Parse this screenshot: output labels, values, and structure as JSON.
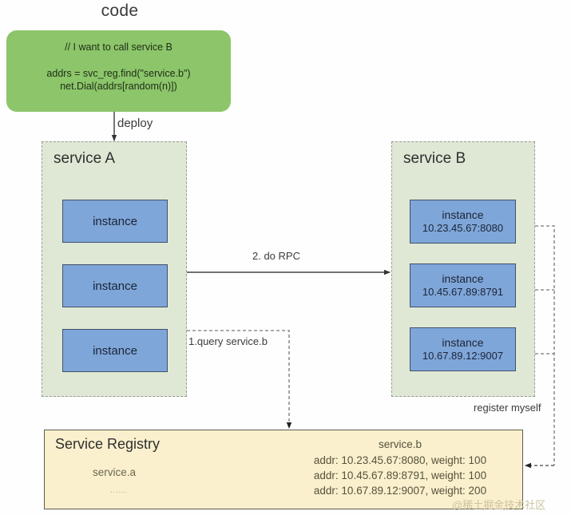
{
  "diagram": {
    "code_title": "code",
    "code_block": {
      "comment": "// I want to call service B",
      "line1": "addrs = svc_reg.find(\"service.b\")",
      "line2": "net.Dial(addrs[random(n)])"
    },
    "deploy_label": "deploy",
    "service_a": {
      "title": "service A",
      "instances": [
        {
          "label": "instance"
        },
        {
          "label": "instance"
        },
        {
          "label": "instance"
        }
      ]
    },
    "service_b": {
      "title": "service B",
      "instances": [
        {
          "label": "instance",
          "addr": "10.23.45.67:8080"
        },
        {
          "label": "instance",
          "addr": "10.45.67.89:8791"
        },
        {
          "label": "instance",
          "addr": "10.67.89.12:9007"
        }
      ]
    },
    "connectors": {
      "rpc": "2. do RPC",
      "query": "1.query service.b",
      "register": "register myself"
    },
    "registry": {
      "title": "Service Registry",
      "service_a_name": "service.a",
      "service_a_dots": "......",
      "service_b_name": "service.b",
      "service_b_rows": [
        "addr: 10.23.45.67:8080, weight: 100",
        "addr: 10.45.67.89:8791, weight: 100",
        "addr: 10.67.89.12:9007, weight: 200"
      ]
    },
    "watermark": "@稀土掘金技术社区",
    "colors": {
      "code_green": "#8cc56a",
      "service_green": "#dfe8d4",
      "instance_blue": "#7fa6d9",
      "registry_cream": "#faf0cd"
    }
  }
}
